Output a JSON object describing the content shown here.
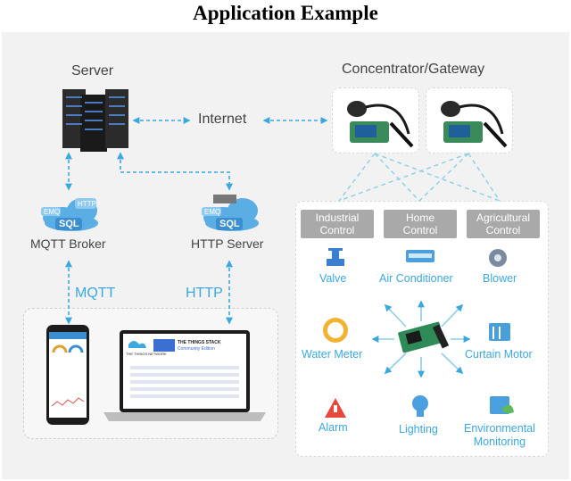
{
  "title": "Application Example",
  "nodes": {
    "server": "Server",
    "internet": "Internet",
    "gateway": "Concentrator/Gateway",
    "mqtt_broker": "MQTT Broker",
    "http_server": "HTTP Server",
    "mqtt": "MQTT",
    "http": "HTTP"
  },
  "cloud_tags": {
    "sql": "SQL",
    "http": "HTTP",
    "emq": "EMQ"
  },
  "categories": [
    {
      "line1": "Industrial",
      "line2": "Control"
    },
    {
      "line1": "Home",
      "line2": "Control"
    },
    {
      "line1": "Agricultural",
      "line2": "Control"
    }
  ],
  "devices": {
    "valve": "Valve",
    "air_conditioner": "Air Conditioner",
    "blower": "Blower",
    "water_meter": "Water Meter",
    "curtain_motor": "Curtain Motor",
    "alarm": "Alarm",
    "lighting": "Lighting",
    "env_line1": "Environmental",
    "env_line2": "Monitoring"
  },
  "laptop_screen": {
    "brand": "THE THINGS STACK",
    "edition": "Community Edition",
    "network": "THE THINGS NETWORK"
  },
  "colors": {
    "accent": "#3ba8e0",
    "tab_gray": "#a9a9a9",
    "panel": "#f2f2f2",
    "alarm_red": "#e8473b",
    "board_green": "#2e8b57"
  }
}
